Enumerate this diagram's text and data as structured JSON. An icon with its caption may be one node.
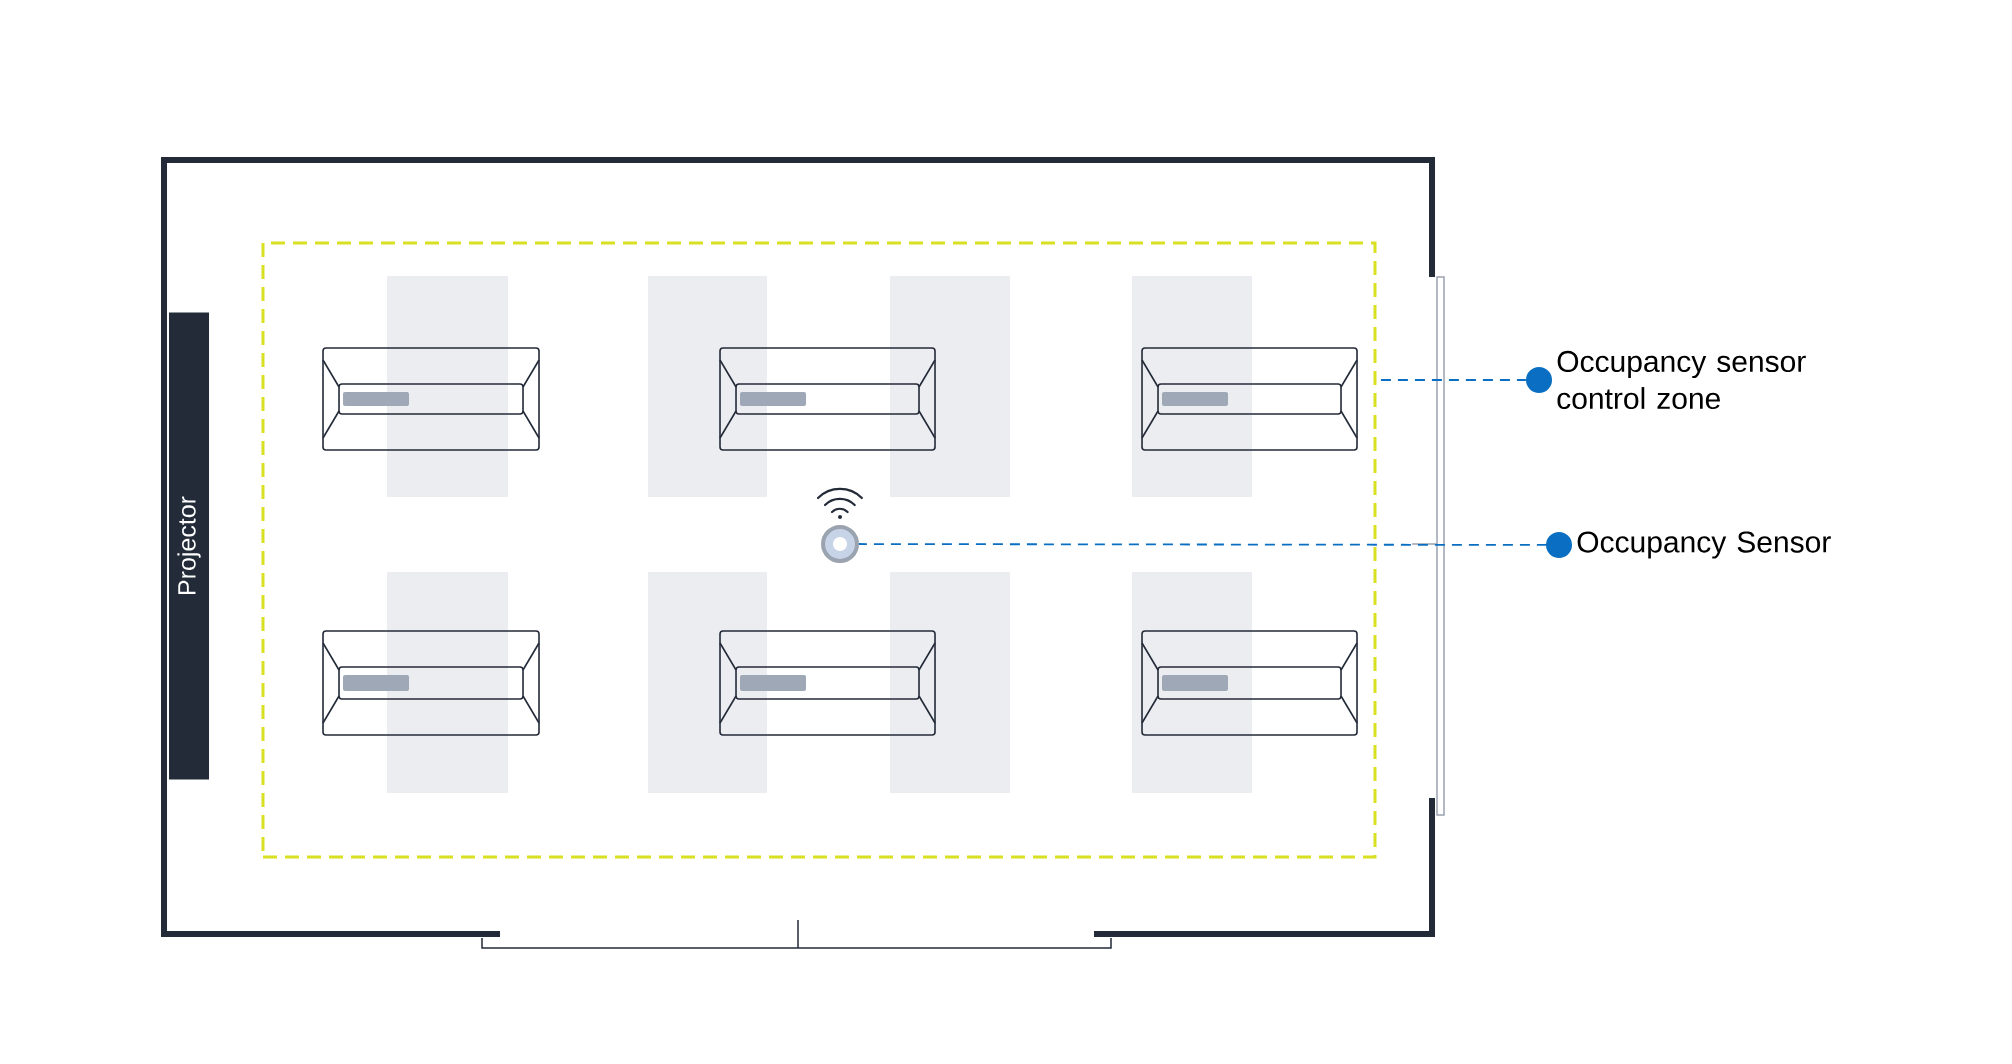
{
  "diagram": {
    "nodes": [
      {
        "text": [
          "Projector"
        ]
      },
      {
        "text": [],
        "shape": "box"
      },
      {
        "text": [],
        "shape": "circle",
        "in": 1
      },
      {
        "text": [
          "Occupancy sensor control zone"
        ]
      },
      {
        "text": [
          "Occupancy Sensor"
        ]
      }
    ],
    "edges": [
      {
        "from": 3,
        "to": 1,
        "arrow": "other",
        "style": "dashed",
        "color": "#0a6fc2"
      },
      {
        "from": 4,
        "to": 2,
        "arrow": "other",
        "style": "dashed",
        "color": "#0a6fc2"
      }
    ]
  }
}
